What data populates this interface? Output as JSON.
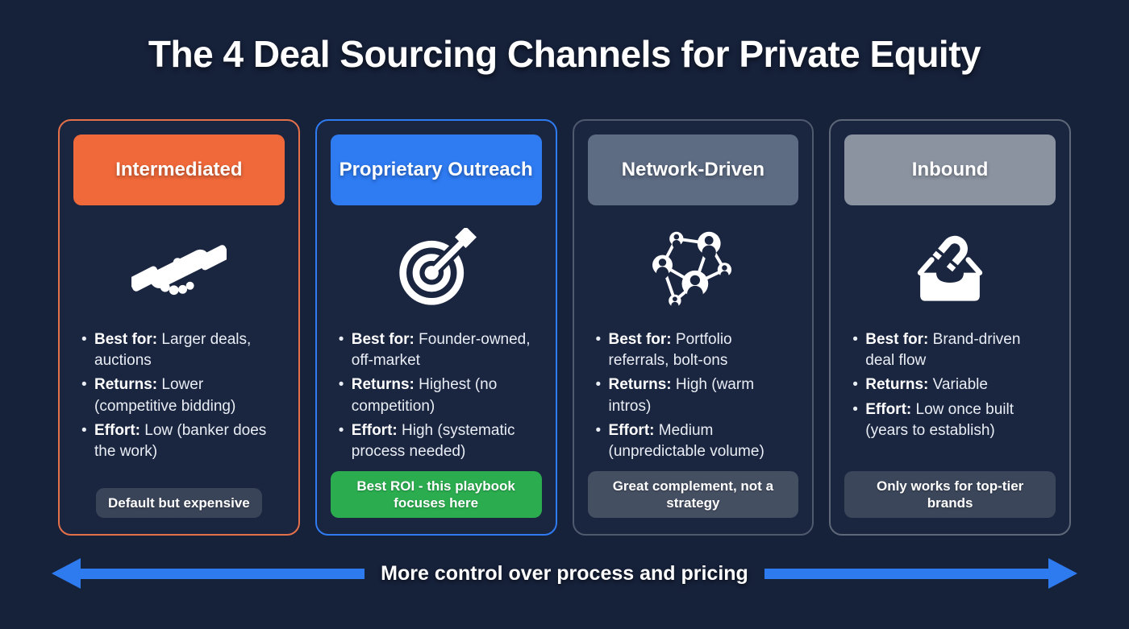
{
  "page": {
    "title": "The 4 Deal Sourcing Channels for Private Equity",
    "background_color": "#16213a",
    "card_background_color": "#1a2540"
  },
  "cards": [
    {
      "title": "Intermediated",
      "icon": "handshake-icon",
      "header_color": "#f0693a",
      "border_color": "#e4714a",
      "bullets": [
        {
          "label": "Best for:",
          "text": "Larger deals, auctions"
        },
        {
          "label": "Returns:",
          "text": "Lower (competitive bidding)"
        },
        {
          "label": "Effort:",
          "text": "Low (banker does the work)"
        }
      ],
      "badge": {
        "text": "Default but expensive",
        "color": "#3a4458",
        "text_color": "#ffffff"
      }
    },
    {
      "title": "Proprietary Outreach",
      "icon": "target-arrow-icon",
      "header_color": "#2e7bf2",
      "border_color": "#2e7bf2",
      "bullets": [
        {
          "label": "Best for:",
          "text": "Founder-owned, off-market"
        },
        {
          "label": "Returns:",
          "text": "Highest (no competition)"
        },
        {
          "label": "Effort:",
          "text": "High (systematic process needed)"
        }
      ],
      "badge": {
        "text": "Best ROI - this playbook focuses here",
        "color": "#2bad4f",
        "text_color": "#ffffff"
      }
    },
    {
      "title": "Network-Driven",
      "icon": "network-people-icon",
      "header_color": "#5d6b83",
      "border_color": "#4f5a6e",
      "bullets": [
        {
          "label": "Best for:",
          "text": "Portfolio referrals, bolt-ons"
        },
        {
          "label": "Returns:",
          "text": "High (warm intros)"
        },
        {
          "label": "Effort:",
          "text": "Medium (unpredictable volume)"
        }
      ],
      "badge": {
        "text": "Great complement, not a strategy",
        "color": "#454f62",
        "text_color": "#ffffff"
      }
    },
    {
      "title": "Inbound",
      "icon": "magnet-inbox-icon",
      "header_color": "#8b93a1",
      "border_color": "#5e6878",
      "bullets": [
        {
          "label": "Best for:",
          "text": "Brand-driven deal flow"
        },
        {
          "label": "Returns:",
          "text": "Variable"
        },
        {
          "label": "Effort:",
          "text": "Low once built (years to establish)"
        }
      ],
      "badge": {
        "text": "Only works for top-tier brands",
        "color": "#3b465a",
        "text_color": "#ffffff"
      }
    }
  ],
  "footer_arrow": {
    "label": "More control over process and pricing",
    "color": "#2e7bef"
  }
}
